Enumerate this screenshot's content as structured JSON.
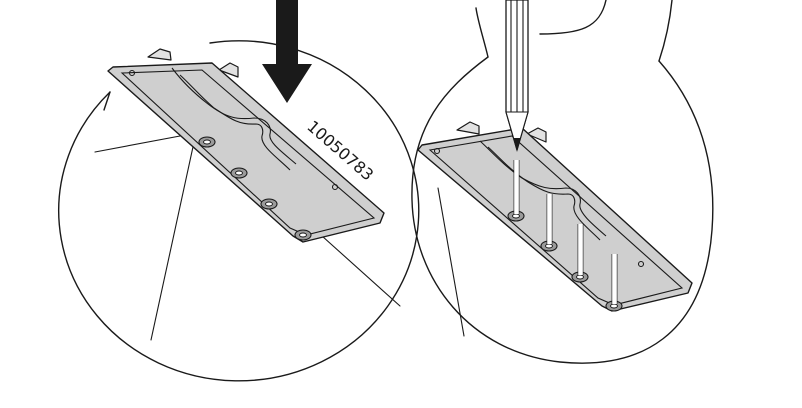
{
  "diagram": {
    "part_number": "10050783",
    "panels": [
      {
        "name": "place-plate-step",
        "icon": "down-arrow-icon"
      },
      {
        "name": "mark-holes-step",
        "icon": "pencil-icon"
      }
    ],
    "colors": {
      "line": "#1a1a1a",
      "plate": "#cfcfcf",
      "arrow": "#1a1a1a",
      "background": "#ffffff"
    }
  }
}
